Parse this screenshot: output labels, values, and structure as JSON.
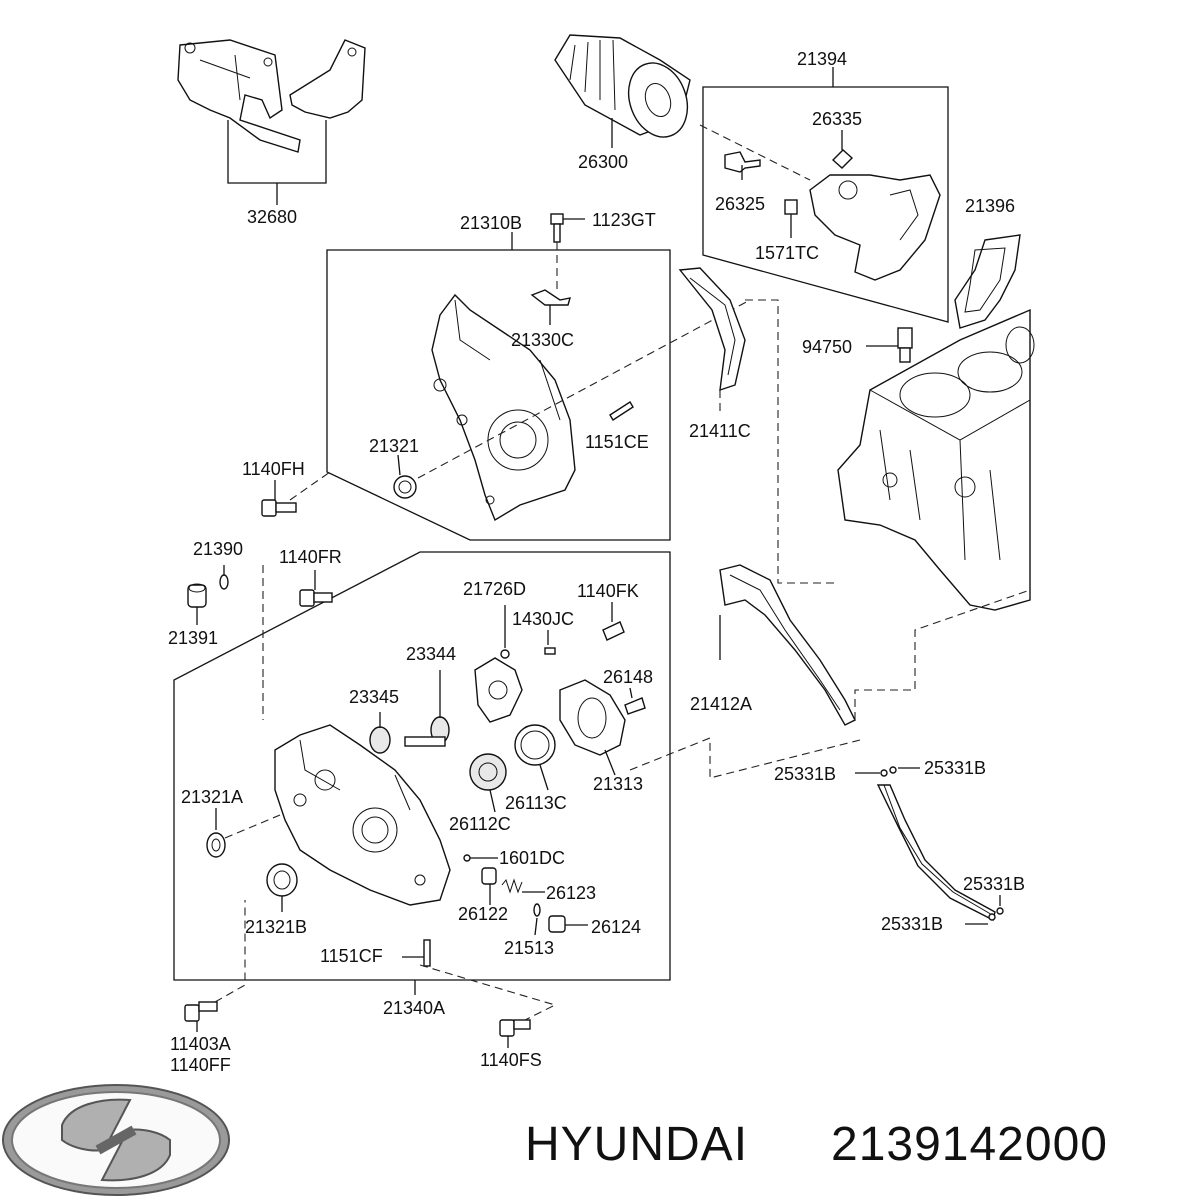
{
  "brand": "HYUNDAI",
  "part_number": "2139142000",
  "logo_icon": "hyundai-logo-icon",
  "callouts": {
    "c32680": "32680",
    "c26300": "26300",
    "c21394": "21394",
    "c26335": "26335",
    "c26325": "26325",
    "c1571TC": "1571TC",
    "c21396": "21396",
    "c94750": "94750",
    "c21310B": "21310B",
    "c1123GT": "1123GT",
    "c21330C": "21330C",
    "c21411C": "21411C",
    "c1151CE": "1151CE",
    "c21321": "21321",
    "c1140FH": "1140FH",
    "c21390": "21390",
    "c1140FR": "1140FR",
    "c21391": "21391",
    "c21726D": "21726D",
    "c1140FK": "1140FK",
    "c1430JC": "1430JC",
    "c23344": "23344",
    "c26148": "26148",
    "c23345": "23345",
    "c21412A": "21412A",
    "c21321A": "21321A",
    "c26113C": "26113C",
    "c21313": "21313",
    "c26112C": "26112C",
    "c25331B_a": "25331B",
    "c25331B_b": "25331B",
    "c25331B_c": "25331B",
    "c25331B_d": "25331B",
    "c1601DC": "1601DC",
    "c21321B": "21321B",
    "c26123": "26123",
    "c26122": "26122",
    "c26124": "26124",
    "c21513": "21513",
    "c1151CF": "1151CF",
    "c21340A": "21340A",
    "c11403A": "11403A",
    "c1140FF": "1140FF",
    "c1140FS": "1140FS"
  }
}
